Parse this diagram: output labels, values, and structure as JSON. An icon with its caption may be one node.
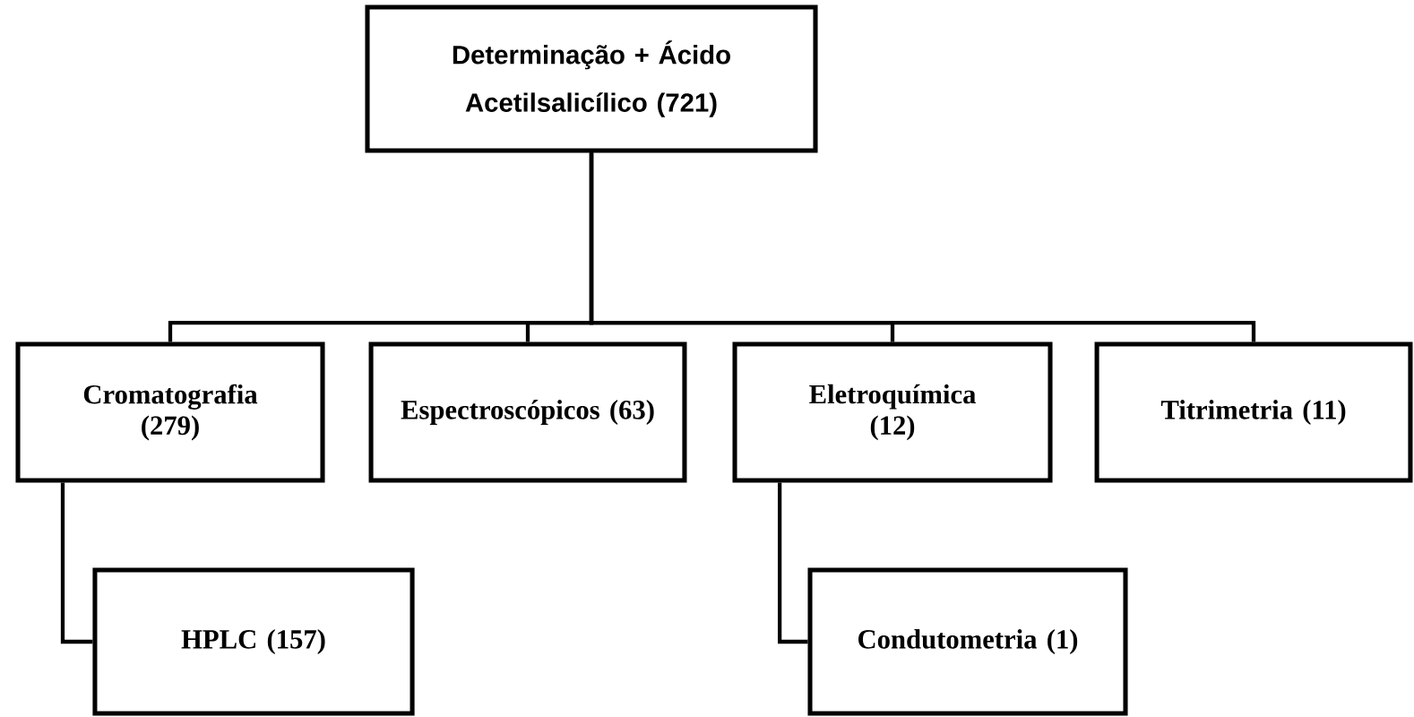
{
  "diagram": {
    "nodes": [
      {
        "text": [
          "Determinação + Ácido Acetilsalicílico (721)"
        ]
      },
      {
        "text": [
          "Cromatografia (279)"
        ]
      },
      {
        "text": [
          "Espectroscópicos (63)"
        ]
      },
      {
        "text": [
          "Eletroquímica (12)"
        ]
      },
      {
        "text": [
          "Titrimetria (11)"
        ]
      },
      {
        "text": [
          "HPLC (157)"
        ]
      },
      {
        "text": [
          "Condutometria (1)"
        ]
      }
    ],
    "edges": [
      {
        "from": 0,
        "to": 1,
        "arrow": "none"
      },
      {
        "from": 0,
        "to": 2,
        "arrow": "none"
      },
      {
        "from": 0,
        "to": 3,
        "arrow": "none"
      },
      {
        "from": 0,
        "to": 4,
        "arrow": "none"
      },
      {
        "from": 1,
        "to": 5,
        "arrow": "none"
      },
      {
        "from": 3,
        "to": 6,
        "arrow": "none"
      }
    ]
  }
}
